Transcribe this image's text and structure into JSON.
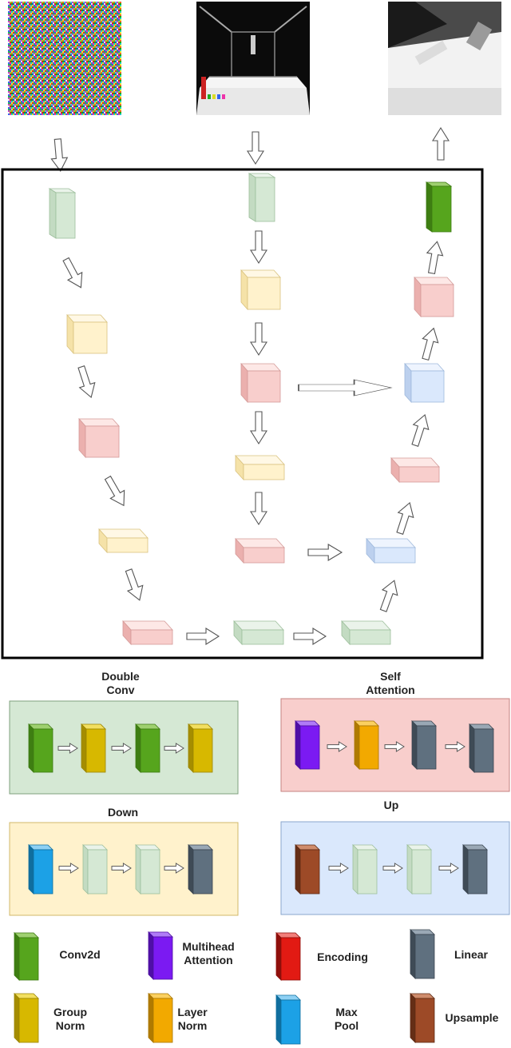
{
  "colors": {
    "conv2d": "#56A51D",
    "group_norm": "#D7B800",
    "multihead_attention": "#7B1AF2",
    "layer_norm": "#F2A900",
    "encoding": "#E21A13",
    "max_pool": "#1CA1E6",
    "linear": "#5F707F",
    "upsample": "#9D4A27",
    "light_green": "#D5E8D4",
    "light_yellow": "#FFF2CC",
    "light_red": "#F8CECC",
    "light_blue": "#DAE8FC"
  },
  "blocks": {
    "double_conv": "Double\nConv",
    "self_attention": "Self\nAttention",
    "down": "Down",
    "up": "Up"
  },
  "legend": {
    "conv2d": "Conv2d",
    "multihead_attention": "Multihead\nAttention",
    "encoding": "Encoding",
    "linear": "Linear",
    "group_norm": "Group\nNorm",
    "layer_norm": "Layer\nNorm",
    "max_pool": "Max\nPool",
    "upsample": "Upsample"
  }
}
